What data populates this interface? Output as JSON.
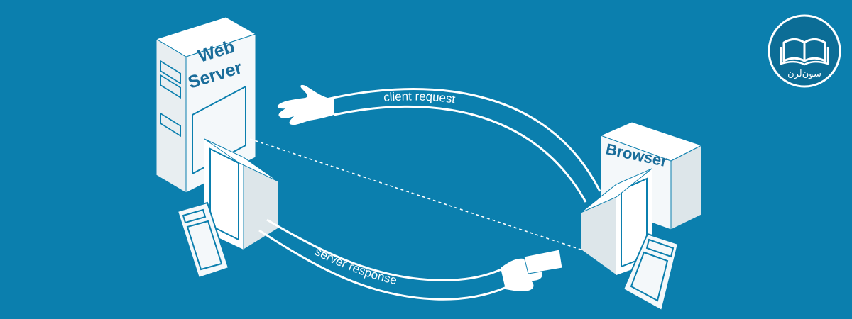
{
  "colors": {
    "background": "#0b7fae",
    "outline": "#ffffff",
    "panel": "#f2f6f8",
    "panel_shade": "#dde6ea",
    "text": "#1a6d9a",
    "logo_bg": "#0c6d96"
  },
  "server": {
    "label_line1": "Web",
    "label_line2": "Server"
  },
  "browser": {
    "label": "Browser"
  },
  "arrows": {
    "request_label": "client request",
    "response_label": "server response"
  },
  "logo": {
    "text": "سون‌لرن",
    "icon": "open-book-icon"
  }
}
